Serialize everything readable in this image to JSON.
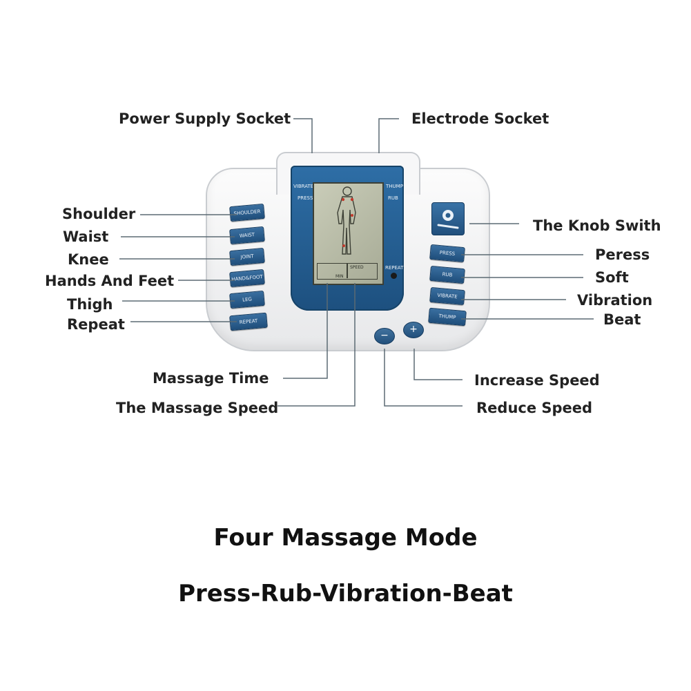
{
  "labels": {
    "power_supply_socket": "Power Supply Socket",
    "electrode_socket": "Electrode Socket",
    "shoulder": "Shoulder",
    "waist": "Waist",
    "knee": "Knee",
    "hands_and_feet": "Hands And Feet",
    "thigh": "Thigh",
    "repeat": "Repeat",
    "knob_switch": "The Knob Swith",
    "press": "Peress",
    "soft": "Soft",
    "vibration": "Vibration",
    "beat": "Beat",
    "massage_time": "Massage Time",
    "massage_speed": "The Massage Speed",
    "increase_speed": "Increase Speed",
    "reduce_speed": "Reduce Speed"
  },
  "device": {
    "screen_labels": {
      "vibrate": "VIBRATE",
      "press": "PRESS",
      "thump": "THUMP",
      "rub": "RUB",
      "repeat": "REPEAT",
      "speed": "SPEED",
      "min": "MIN"
    },
    "left_buttons": [
      "SHOULDER",
      "WAIST",
      "JOINT",
      "HAND&FOOT",
      "LEG",
      "REPEAT"
    ],
    "right_buttons": [
      "PRESS",
      "RUB",
      "VIBRATE",
      "THUMP"
    ],
    "minus_symbol": "−",
    "plus_symbol": "+",
    "colors": {
      "panel_blue": "#1f5a8f",
      "lcd_green": "#b9bca7",
      "body_white": "#f2f3f4"
    }
  },
  "headline": {
    "line1": "Four Massage Mode",
    "line2": "Press-Rub-Vibration-Beat"
  }
}
